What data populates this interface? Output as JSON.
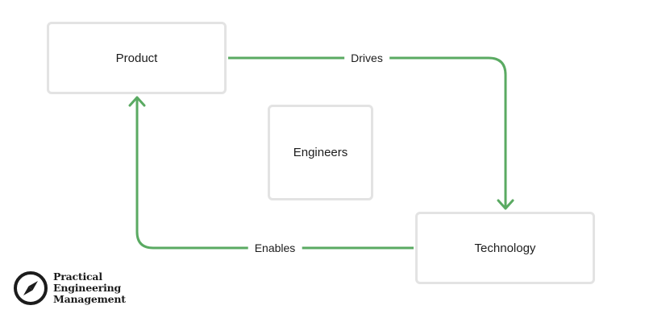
{
  "diagram": {
    "nodes": {
      "product": "Product",
      "engineers": "Engineers",
      "technology": "Technology"
    },
    "edges": {
      "drives": "Drives",
      "enables": "Enables"
    }
  },
  "brand": {
    "line1": "Practical",
    "line2": "Engineering",
    "line3": "Management",
    "icon": "compass-icon"
  },
  "colors": {
    "edge": "#5aaa62",
    "node_border": "#e3e3e3",
    "text": "#1c1c1c"
  }
}
